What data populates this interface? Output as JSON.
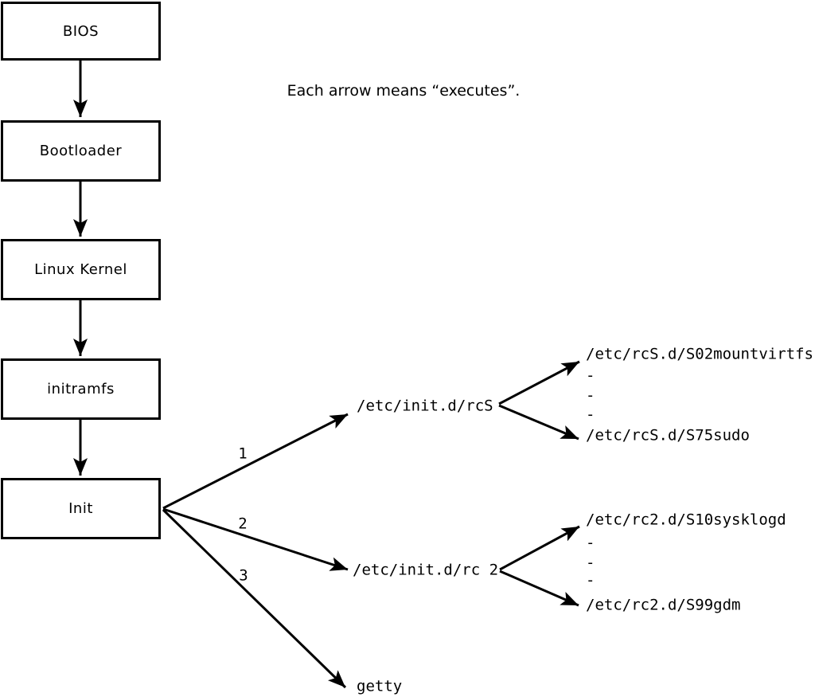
{
  "caption": "Each arrow means “executes”.",
  "boxes": [
    {
      "label": "BIOS"
    },
    {
      "label": "Bootloader"
    },
    {
      "label": "Linux Kernel"
    },
    {
      "label": "initramfs"
    },
    {
      "label": "Init"
    }
  ],
  "edge_labels": [
    {
      "label": "1"
    },
    {
      "label": "2"
    },
    {
      "label": "3"
    }
  ],
  "scripts": {
    "rcS": "/etc/init.d/rcS",
    "rc2": "/etc/init.d/rc 2",
    "getty": "getty",
    "rcS_children": {
      "first": "/etc/rcS.d/S02mountvirtfs",
      "more": [
        "-",
        "-",
        "-"
      ],
      "last": "/etc/rcS.d/S75sudo"
    },
    "rc2_children": {
      "first": "/etc/rc2.d/S10sysklogd",
      "more": [
        "-",
        "-",
        "-"
      ],
      "last": "/etc/rc2.d/S99gdm"
    }
  },
  "colors": {
    "line": "#000000",
    "background": "#ffffff"
  }
}
